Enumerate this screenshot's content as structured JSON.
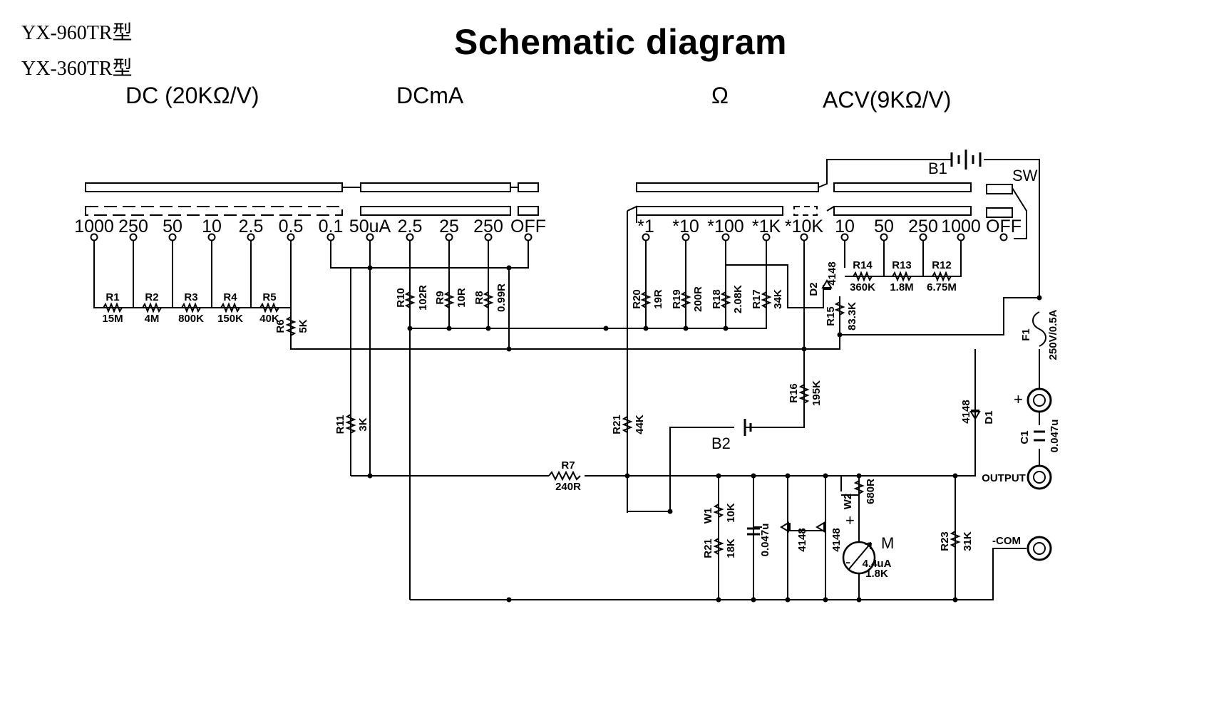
{
  "header": {
    "models": [
      "YX-960TR型",
      "YX-360TR型"
    ],
    "title": "Schematic diagram"
  },
  "sections": [
    "DC (20KΩ/V)",
    "DCmA",
    "Ω",
    "ACV(9KΩ/V)"
  ],
  "selector_labels": {
    "dcv": [
      "1000",
      "250",
      "50",
      "10",
      "2.5",
      "0.5",
      "0.1"
    ],
    "dcma": [
      "50uA",
      "2.5",
      "25",
      "250",
      "OFF"
    ],
    "ohm": [
      "*1",
      "*10",
      "*100",
      "*1K",
      "*10K"
    ],
    "acv": [
      "10",
      "50",
      "250",
      "1000",
      "OFF"
    ]
  },
  "components": {
    "r1": [
      "R1",
      "15M"
    ],
    "r2": [
      "R2",
      "4M"
    ],
    "r3": [
      "R3",
      "800K"
    ],
    "r4": [
      "R4",
      "150K"
    ],
    "r5": [
      "R5",
      "40K"
    ],
    "r6": [
      "R6",
      "5K"
    ],
    "r7": [
      "R7",
      "240R"
    ],
    "r8": [
      "R8",
      "0.99R"
    ],
    "r9": [
      "R9",
      "10R"
    ],
    "r10": [
      "R10",
      "102R"
    ],
    "r11": [
      "R11",
      "3K"
    ],
    "r12": [
      "R12",
      "6.75M"
    ],
    "r13": [
      "R13",
      "1.8M"
    ],
    "r14": [
      "R14",
      "360K"
    ],
    "r15": [
      "R15",
      "83.3K"
    ],
    "r16": [
      "R16",
      "195K"
    ],
    "r17": [
      "R17",
      "34K"
    ],
    "r18": [
      "R18",
      "2.08K"
    ],
    "r19": [
      "R19",
      "200R"
    ],
    "r20": [
      "R20",
      "19R"
    ],
    "r21a": [
      "R21",
      "44K"
    ],
    "r21b": [
      "R21",
      "18K"
    ],
    "r23": [
      "R23",
      "31K"
    ],
    "w1": [
      "W1",
      "10K"
    ],
    "w2": [
      "W2",
      "680R"
    ],
    "d1": [
      "D1",
      "4148"
    ],
    "d2": [
      "D2",
      "4148"
    ],
    "d3": "4148",
    "d4": "4148",
    "c1": [
      "C1",
      "0.047u"
    ],
    "c2": "0.047u",
    "f1": [
      "F1",
      "250V/0.5A"
    ],
    "b1": "B1",
    "b2": "B2",
    "sw": "SW",
    "meter": [
      "M",
      "4.4uA",
      "1.8K"
    ],
    "plus": "+",
    "minus": "-",
    "output": "OUTPUT",
    "com": "-COM"
  }
}
